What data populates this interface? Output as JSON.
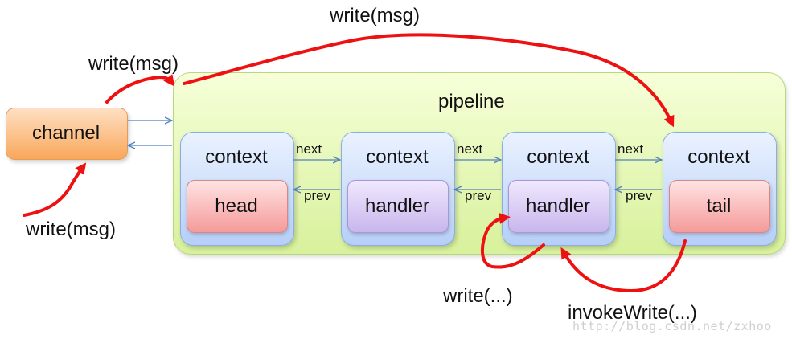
{
  "pipeline": {
    "title": "pipeline"
  },
  "channel": {
    "label": "channel"
  },
  "contexts": [
    {
      "label": "context",
      "inner": "head"
    },
    {
      "label": "context",
      "inner": "handler"
    },
    {
      "label": "context",
      "inner": "handler"
    },
    {
      "label": "context",
      "inner": "tail"
    }
  ],
  "links": {
    "next": [
      "next",
      "next",
      "next"
    ],
    "prev": [
      "prev",
      "prev",
      "prev"
    ]
  },
  "annotations": {
    "write_top": "write(msg)",
    "write_upper_left": "write(msg)",
    "write_lower_left": "write(msg)",
    "write_handler": "write(...)",
    "invoke_write": "invokeWrite(...)"
  },
  "watermark": "http://blog.csdn.net/zxhoo",
  "colors": {
    "red_arrow": "#ee1111",
    "link_arrow": "#4f81bd",
    "pipeline_fill": "#e4f6b4",
    "channel_fill": "#fbbf85",
    "context_fill": "#cadcf9",
    "head_tail_fill": "#f8b3b3",
    "handler_fill": "#d8cbf2"
  }
}
